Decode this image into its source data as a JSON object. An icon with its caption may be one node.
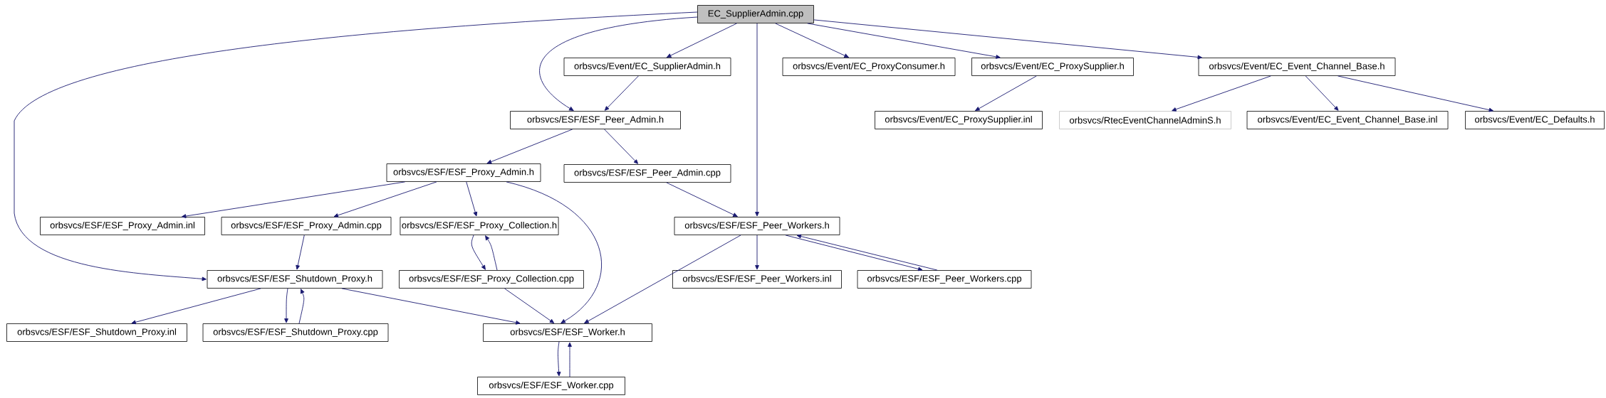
{
  "diagram": {
    "nodes": [
      {
        "text": [
          "EC_SupplierAdmin.cpp"
        ]
      },
      {
        "text": [
          "orbsvcs/Event/EC_SupplierAdmin.h"
        ]
      },
      {
        "text": [
          "orbsvcs/Event/EC_ProxyConsumer.h"
        ]
      },
      {
        "text": [
          "orbsvcs/Event/EC_ProxySupplier.h"
        ]
      },
      {
        "text": [
          "orbsvcs/Event/EC_Event_Channel_Base.h"
        ]
      },
      {
        "text": [
          "orbsvcs/ESF/ESF_Peer_Admin.h"
        ]
      },
      {
        "text": [
          "orbsvcs/Event/EC_ProxySupplier.inl"
        ]
      },
      {
        "text": [
          "orbsvcs/RtecEventChannelAdminS.h"
        ]
      },
      {
        "text": [
          "orbsvcs/Event/EC_Event_Channel_Base.inl"
        ]
      },
      {
        "text": [
          "orbsvcs/Event/EC_Defaults.h"
        ]
      },
      {
        "text": [
          "orbsvcs/ESF/ESF_Proxy_Admin.h"
        ]
      },
      {
        "text": [
          "orbsvcs/ESF/ESF_Peer_Admin.cpp"
        ]
      },
      {
        "text": [
          "orbsvcs/ESF/ESF_Proxy_Admin.inl"
        ]
      },
      {
        "text": [
          "orbsvcs/ESF/ESF_Proxy_Admin.cpp"
        ]
      },
      {
        "text": [
          "orbsvcs/ESF/ESF_Proxy_Collection.h"
        ]
      },
      {
        "text": [
          "orbsvcs/ESF/ESF_Peer_Workers.h"
        ]
      },
      {
        "text": [
          "orbsvcs/ESF/ESF_Shutdown_Proxy.h"
        ]
      },
      {
        "text": [
          "orbsvcs/ESF/ESF_Proxy_Collection.cpp"
        ]
      },
      {
        "text": [
          "orbsvcs/ESF/ESF_Peer_Workers.inl"
        ]
      },
      {
        "text": [
          "orbsvcs/ESF/ESF_Peer_Workers.cpp"
        ]
      },
      {
        "text": [
          "orbsvcs/ESF/ESF_Shutdown_Proxy.inl"
        ]
      },
      {
        "text": [
          "orbsvcs/ESF/ESF_Shutdown_Proxy.cpp"
        ]
      },
      {
        "text": [
          "orbsvcs/ESF/ESF_Worker.h"
        ]
      },
      {
        "text": [
          "orbsvcs/ESF/ESF_Worker.cpp"
        ]
      }
    ],
    "edges": [
      {
        "from": 0,
        "to": 16,
        "arrow": "to"
      },
      {
        "from": 0,
        "to": 5,
        "arrow": "to"
      },
      {
        "from": 0,
        "to": 1,
        "arrow": "to"
      },
      {
        "from": 0,
        "to": 15,
        "arrow": "to"
      },
      {
        "from": 0,
        "to": 2,
        "arrow": "to"
      },
      {
        "from": 0,
        "to": 3,
        "arrow": "to"
      },
      {
        "from": 0,
        "to": 4,
        "arrow": "to"
      },
      {
        "from": 1,
        "to": 5,
        "arrow": "to"
      },
      {
        "from": 3,
        "to": 6,
        "arrow": "to"
      },
      {
        "from": 4,
        "to": 7,
        "arrow": "to"
      },
      {
        "from": 4,
        "to": 8,
        "arrow": "to"
      },
      {
        "from": 4,
        "to": 9,
        "arrow": "to"
      },
      {
        "from": 5,
        "to": 10,
        "arrow": "to"
      },
      {
        "from": 5,
        "to": 11,
        "arrow": "to"
      },
      {
        "from": 10,
        "to": 12,
        "arrow": "to"
      },
      {
        "from": 10,
        "to": 13,
        "arrow": "to"
      },
      {
        "from": 10,
        "to": 14,
        "arrow": "to"
      },
      {
        "from": 10,
        "to": 22,
        "arrow": "to"
      },
      {
        "from": 11,
        "to": 15,
        "arrow": "to"
      },
      {
        "from": 13,
        "to": 16,
        "arrow": "to"
      },
      {
        "from": 14,
        "to": 17,
        "arrow": "to"
      },
      {
        "from": 17,
        "to": 14,
        "arrow": "to"
      },
      {
        "from": 15,
        "to": 22,
        "arrow": "to"
      },
      {
        "from": 15,
        "to": 18,
        "arrow": "to"
      },
      {
        "from": 15,
        "to": 19,
        "arrow": "to"
      },
      {
        "from": 19,
        "to": 15,
        "arrow": "to"
      },
      {
        "from": 16,
        "to": 20,
        "arrow": "to"
      },
      {
        "from": 16,
        "to": 21,
        "arrow": "to"
      },
      {
        "from": 21,
        "to": 16,
        "arrow": "to"
      },
      {
        "from": 16,
        "to": 22,
        "arrow": "to"
      },
      {
        "from": 17,
        "to": 22,
        "arrow": "to"
      },
      {
        "from": 22,
        "to": 23,
        "arrow": "to"
      },
      {
        "from": 23,
        "to": 22,
        "arrow": "to"
      }
    ]
  }
}
